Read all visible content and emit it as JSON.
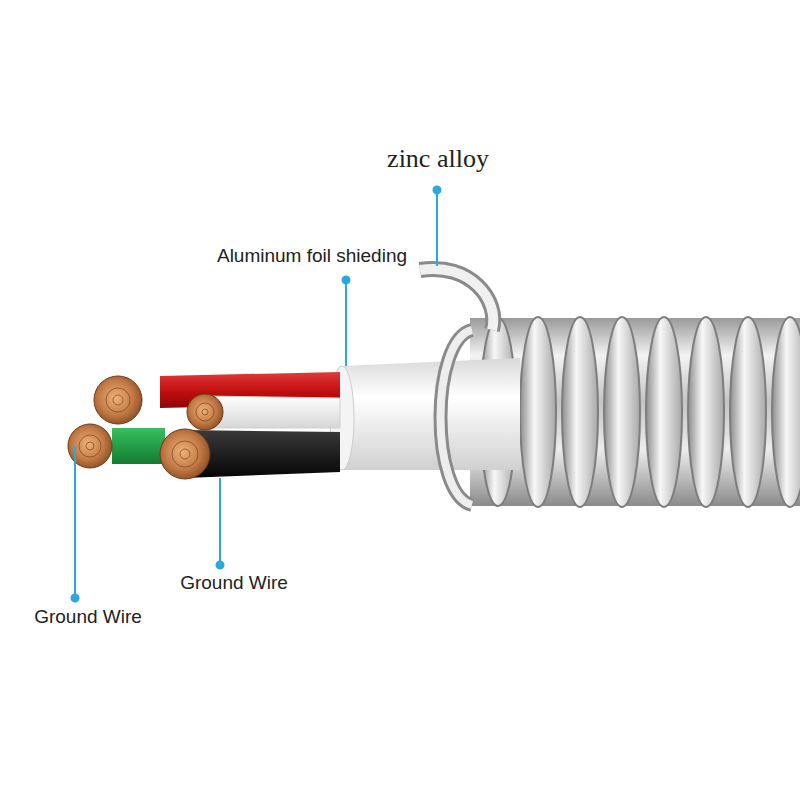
{
  "diagram": {
    "labels": [
      "zinc alloy",
      "Aluminum foil shieding",
      "Ground Wire",
      "Ground Wire"
    ]
  }
}
